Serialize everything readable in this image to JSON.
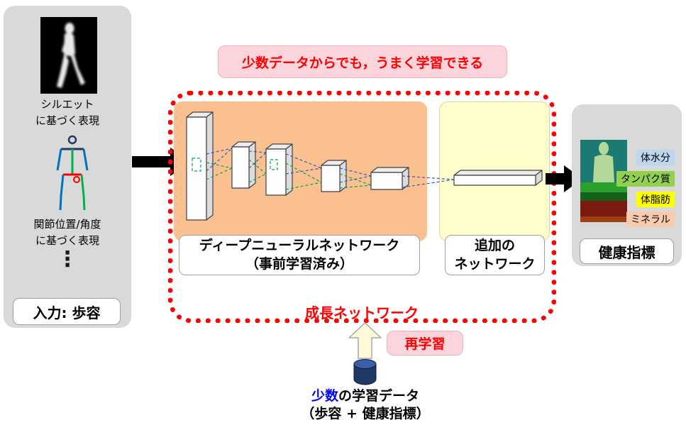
{
  "colors": {
    "panel_bg": "#d9d9d9",
    "accent_red": "#ff0000",
    "banner_bg": "#fcd5dc",
    "orange_bg": "#fac090",
    "yellow_bg": "#ffffcc",
    "highlight_blue": "#0000ff",
    "cylinder_blue": "#1f3864",
    "indicator_water_bg": "#bdd7ee",
    "indicator_protein_bg": "#92d050",
    "indicator_fat_bg": "#ffff00",
    "indicator_mineral_bg": "#f8cbad"
  },
  "input_panel": {
    "silhouette_caption_line1": "シルエット",
    "silhouette_caption_line2": "に基づく表現",
    "skeleton_caption_line1": "関節位置/角度",
    "skeleton_caption_line2": "に基づく表現",
    "ellipsis": "⋮",
    "title": "入力: 歩容"
  },
  "banner": {
    "text": "少数データからでも，うまく学習できる"
  },
  "growth_network": {
    "dnn_label_line1": "ディープニューラルネットワーク",
    "dnn_label_line2": "（事前学習済み）",
    "additional_label_line1": "追加の",
    "additional_label_line2": "ネットワーク",
    "title": "成長ネットワーク"
  },
  "output_panel": {
    "indicators": [
      {
        "label": "体水分"
      },
      {
        "label": "タンパク質"
      },
      {
        "label": "体脂肪"
      },
      {
        "label": "ミネラル"
      }
    ],
    "title": "健康指標"
  },
  "retraining": {
    "label": "再学習"
  },
  "training_data": {
    "highlight": "少数",
    "suffix": "の学習データ",
    "line2": "（歩容 + 健康指標）"
  }
}
